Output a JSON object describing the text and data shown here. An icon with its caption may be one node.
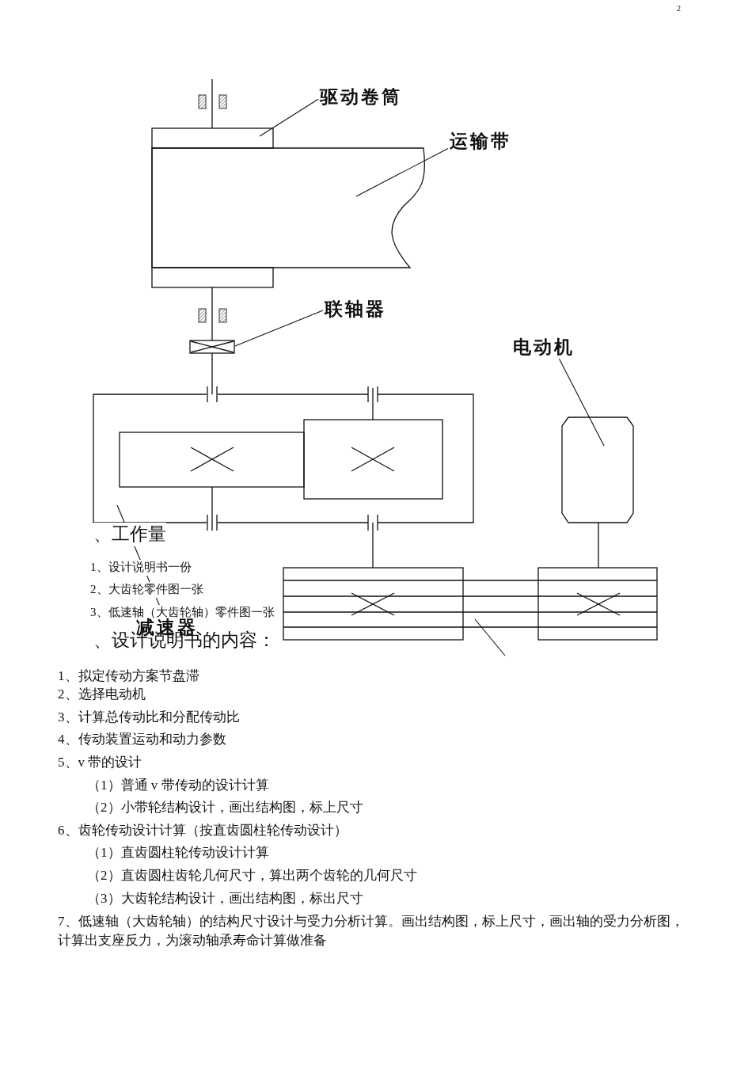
{
  "diagram": {
    "nodes": [
      {
        "text": [
          "驱动卷筒"
        ]
      },
      {
        "text": [],
        "shape": "box"
      },
      {
        "text": [
          "运输带"
        ]
      },
      {
        "text": [],
        "shape": "box"
      },
      {
        "text": [
          "联轴器"
        ]
      },
      {
        "text": [],
        "shape": "box"
      },
      {
        "text": [
          "电动机"
        ]
      },
      {
        "text": [],
        "shape": "box"
      },
      {
        "text": [
          "减速器"
        ]
      },
      {
        "text": [],
        "shape": "box"
      },
      {
        "text": [],
        "shape": "box"
      }
    ],
    "edges": [
      {
        "from": 0,
        "to": 1,
        "arrow": "none"
      },
      {
        "from": 2,
        "to": 3,
        "arrow": "none"
      },
      {
        "from": 4,
        "to": 5,
        "arrow": "none"
      },
      {
        "from": 6,
        "to": 7,
        "arrow": "none"
      },
      {
        "from": 8,
        "to": 9,
        "arrow": "none"
      },
      {
        "from": 10,
        "to": null,
        "arrow": "none"
      },
      {
        "from": null,
        "to": 1,
        "arrow": "none"
      },
      {
        "from": 1,
        "to": 5,
        "arrow": "none"
      },
      {
        "from": 5,
        "to": 9,
        "arrow": "none"
      },
      {
        "from": 9,
        "to": 10,
        "arrow": "none"
      },
      {
        "from": 7,
        "to": 10,
        "arrow": "none"
      }
    ],
    "labels": [
      "2",
      "、工作量",
      "1、设计说明书一份",
      "2、大齿轮零件图一张",
      "3、低速轴（大齿轮轴）零件图一张",
      "、设计说明书的内容：",
      "1、拟定传动方案节盘滞",
      "2、选择电动机",
      "3、计算总传动比和分配传动比",
      "4、传动装置运动和动力参数",
      "5、v 带的设计",
      "（1）普通 v 带传动的设计计算",
      "（2）小带轮结构设计，画出结构图，标上尺寸",
      "6、齿轮传动设计计算（按直齿圆柱轮传动设计）",
      "（1）直齿圆柱轮传动设计计算",
      "（2）直齿圆柱齿轮几何尺寸，算出两个齿轮的几何尺寸",
      "（3）大齿轮结构设计，画出结构图，标出尺寸",
      "7、低速轴（大齿轮轴）的结构尺寸设计与受力分析计算。画出结构图，标上尺寸，画出轴的受力分析图，计算出支座反力，为滚动轴承寿命计算做准备"
    ]
  }
}
